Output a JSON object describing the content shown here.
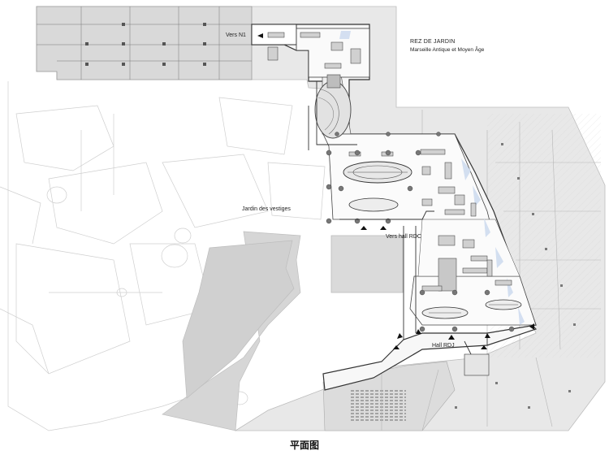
{
  "plan": {
    "level_title": "REZ DE JARDIN",
    "level_subtitle": "Marseille Antique et Moyen Âge",
    "labels": {
      "to_n1": "Vers N1",
      "garden": "Jardin des vestiges",
      "to_hall_rdc": "Vers hall RDC",
      "hall_rdj": "Hall RDJ"
    },
    "caption": "平面图"
  },
  "colors": {
    "paper": "#ffffff",
    "surround_fill": "#e6e6e6",
    "museum_fill": "#f7f7f7",
    "line_dark": "#333333",
    "line_light": "#c9c9c9",
    "glass_accent": "#cfdcef"
  }
}
